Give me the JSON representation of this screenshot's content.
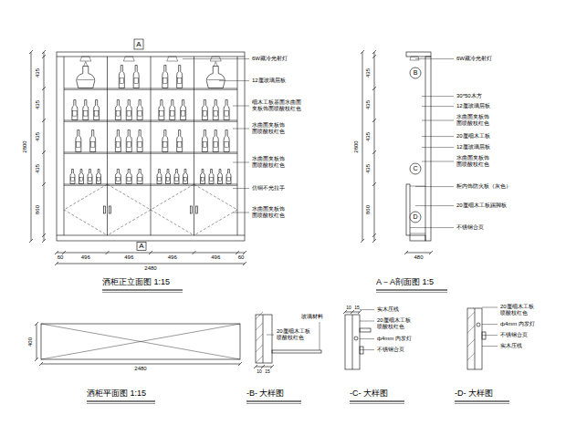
{
  "diagram": {
    "labels": [
      "A",
      "A",
      "435",
      "435",
      "435",
      "435",
      "860",
      "2800",
      "60",
      "496",
      "496",
      "496",
      "496",
      "60",
      "2480",
      "酒柜正立面图 1:15",
      "6W藏冷光射灯",
      "12厘玻璃层板",
      "细木工板基面水曲面 夹板饰面喷酸枝红色",
      "水曲面夹板饰 面喷酸枝红色",
      "水曲面夹板饰 面喷酸枝红色",
      "仿铜不光拉手",
      "水曲面夹板饰 面喷酸枝红色",
      "B",
      "C",
      "D",
      "6W藏冷光射灯",
      "30*50木方",
      "12厘玻璃层板",
      "水曲面夹板饰 面喷酸枝红色",
      "20厘细木工板",
      "12厘玻璃层板",
      "水曲面夹板饰 面喷酸枝红色",
      "柜内饰防火板（灰色）",
      "20厘细木工板踢脚板",
      "不锈钢合页",
      "435",
      "435",
      "435",
      "435",
      "860",
      "2800",
      "480",
      "A－A剖面图 1:5",
      "400",
      "2480",
      "酒柜平面图 1:15",
      "玻璃材料",
      "20厘细木工板 喷酸枝红色",
      "10",
      "15",
      "-B- 大样图",
      "10",
      "15",
      "实木压线",
      "20厘细木工板 喷酸枝红色",
      "ф4mm 内发灯",
      "不锈钢合页",
      "-C- 大样图",
      "20厘细木工板 喷酸枝红色",
      "ф4mm 内发灯",
      "不锈钢合页",
      "实木压线",
      "-D- 大样图"
    ]
  }
}
